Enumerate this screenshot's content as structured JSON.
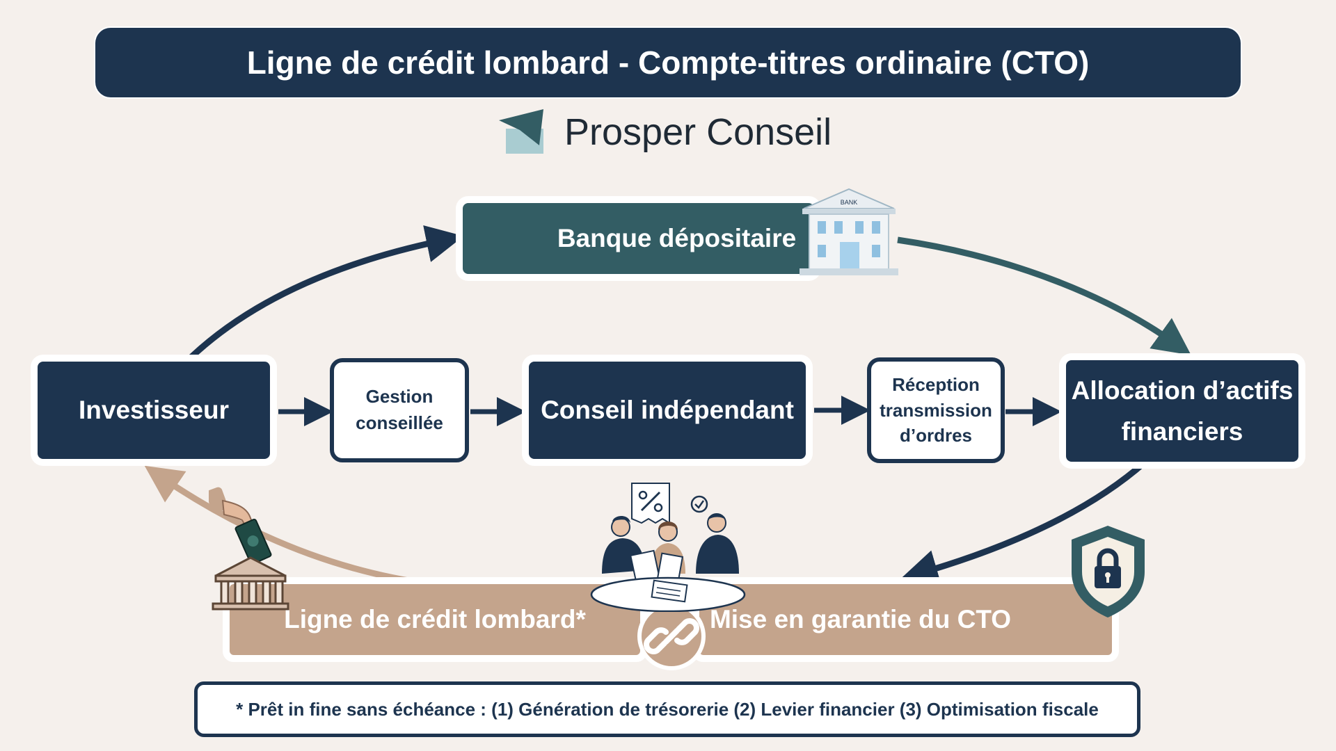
{
  "title": "Ligne de crédit lombard - Compte-titres ordinaire (CTO)",
  "brand": {
    "name": "Prosper Conseil"
  },
  "nodes": {
    "banque": "Banque dépositaire",
    "investisseur": "Investisseur",
    "gestion": "Gestion conseillée",
    "conseil": "Conseil indépendant",
    "reception": "Réception transmission d’ordres",
    "allocation": "Allocation d’actifs financiers",
    "ligne_credit": "Ligne de crédit lombard*",
    "mise_garantie": "Mise en garantie du CTO"
  },
  "bank_sign": "BANK",
  "footnote": "* Prêt in fine sans échéance : (1) Génération de trésorerie (2) Levier financier (3) Optimisation fiscale",
  "colors": {
    "navy": "#1d344f",
    "teal": "#335d64",
    "tan": "#c4a48c",
    "background": "#f5f0ec",
    "logo_dark": "#335d64",
    "logo_light": "#a9ccd1"
  },
  "icons": [
    "logo-icon",
    "bank-icon",
    "money-hand-icon",
    "meeting-illustration",
    "chain-link-icon",
    "shield-lock-icon"
  ]
}
